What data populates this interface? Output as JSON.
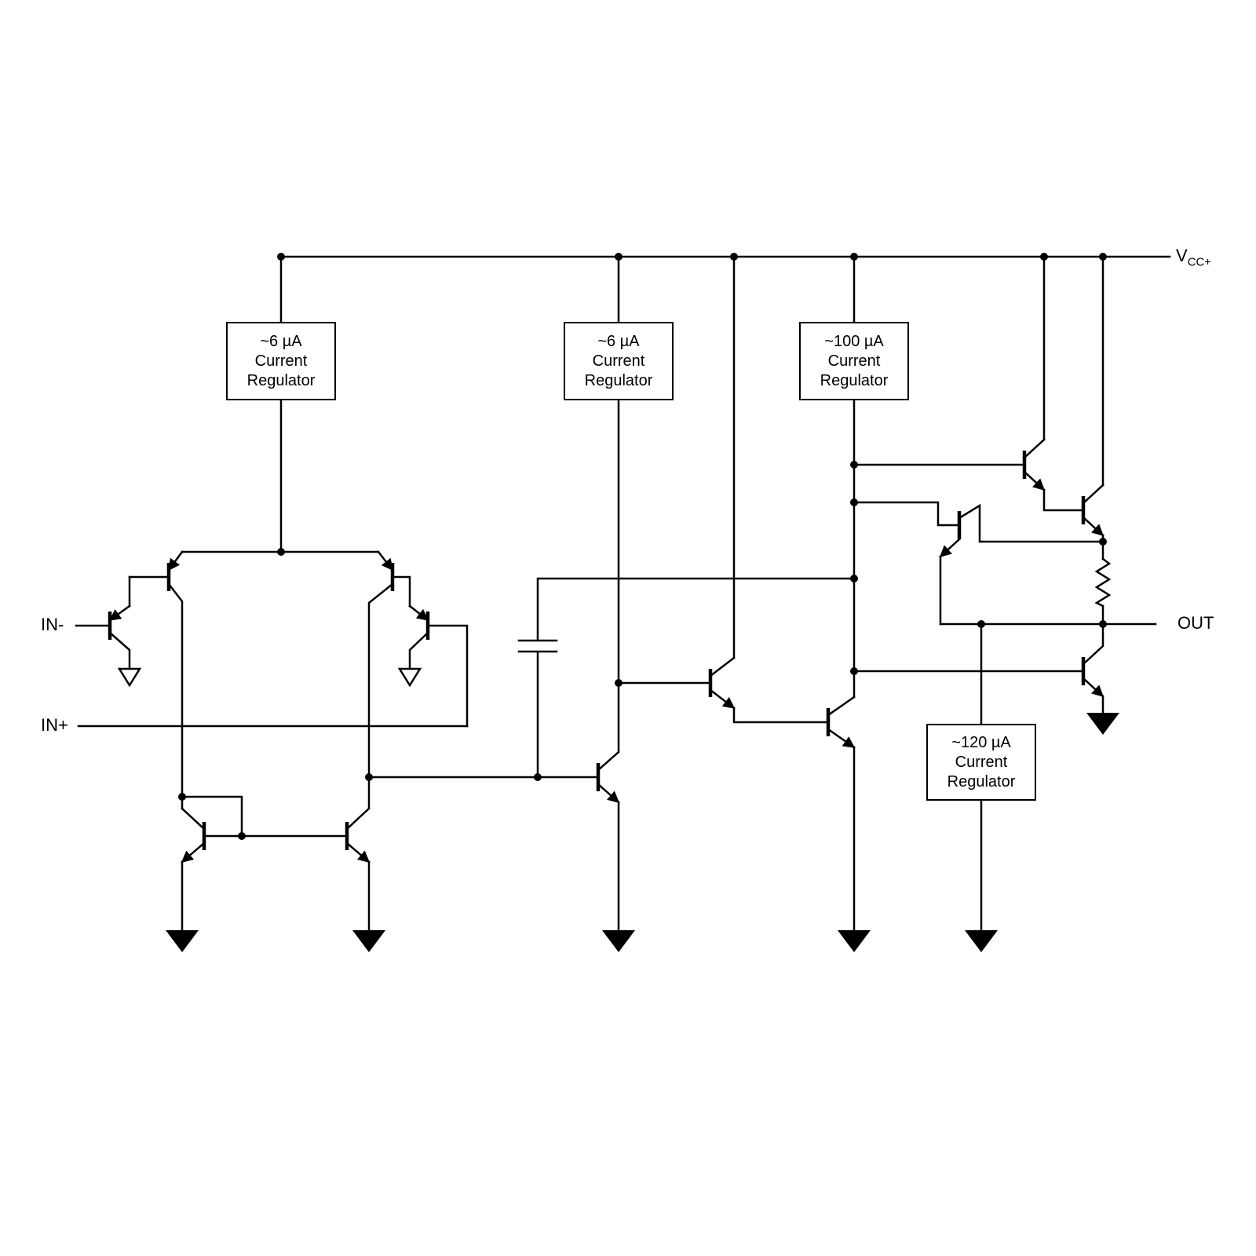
{
  "labels": {
    "vcc_main": "V",
    "vcc_sub": "CC+",
    "in_minus": "IN-",
    "in_plus": "IN+",
    "out": "OUT"
  },
  "regulators": [
    {
      "lines": [
        "~6 µA",
        "Current",
        "Regulator"
      ]
    },
    {
      "lines": [
        "~6 µA",
        "Current",
        "Regulator"
      ]
    },
    {
      "lines": [
        "~100 µA",
        "Current",
        "Regulator"
      ]
    },
    {
      "lines": [
        "~120 µA",
        "Current",
        "Regulator"
      ]
    }
  ],
  "colors": {
    "wire": "#000000",
    "background": "#ffffff"
  }
}
